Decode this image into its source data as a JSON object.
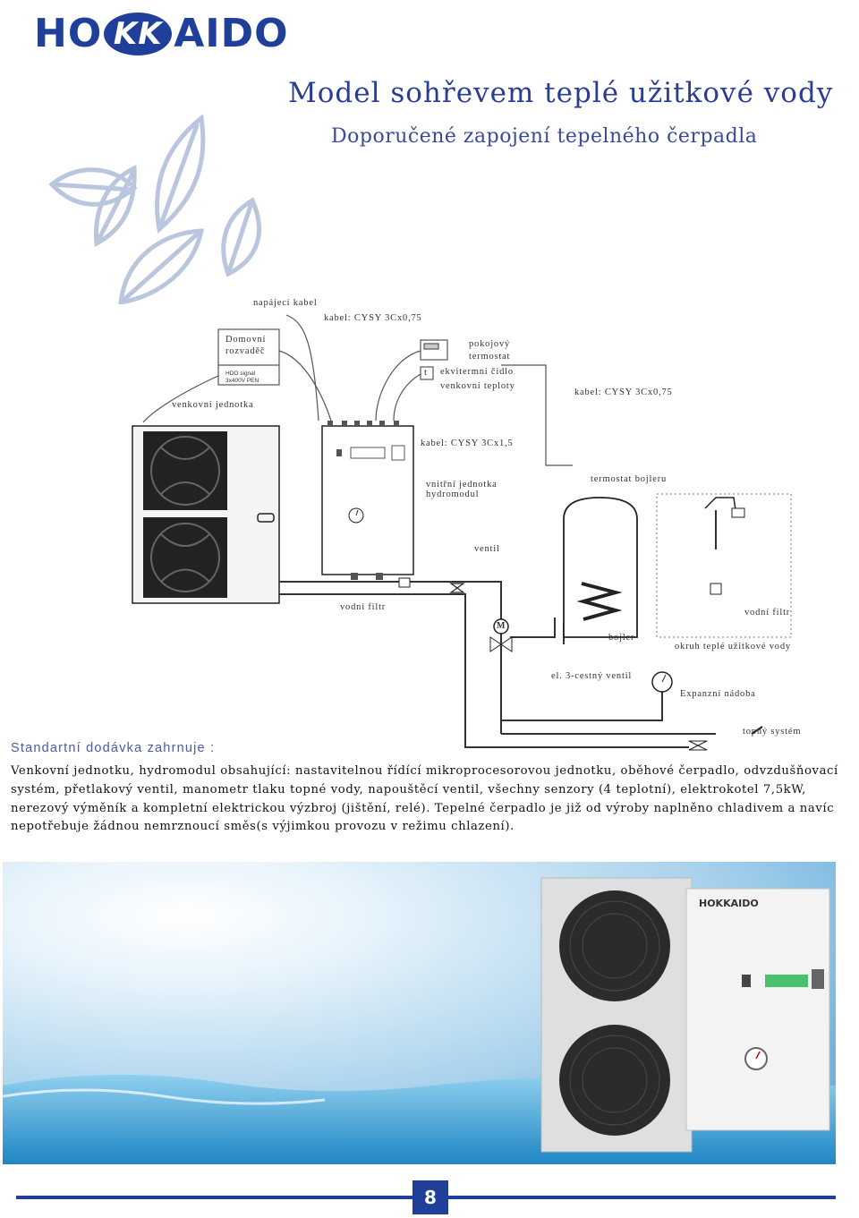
{
  "brand": {
    "pre": "HO",
    "mid": "KK",
    "post": "AIDO"
  },
  "title": "Model sohřevem teplé užitkové vody",
  "subtitle": "Doporučené zapojení tepelného čerpadla",
  "diagram": {
    "power_cable": "napájecí kabel",
    "cable_top": "kabel: CYSY 3Cx0,75",
    "switchboard_line1": "Domovní",
    "switchboard_line2": "rozvaděč",
    "hdo_line1": "HDO signal",
    "hdo_line2": "3x400V PEN",
    "outdoor_unit": "venkovní jednotka",
    "room_thermostat_line1": "pokojový",
    "room_thermostat_line2": "termostat",
    "sensor_symbol": "t",
    "sensor_line1": "ekvitermní čidlo",
    "sensor_line2": "venkovní teploty",
    "cable_right": "kabel: CYSY 3Cx0,75",
    "cable_mid": "kabel: CYSY 3Cx1,5",
    "indoor_unit_line1": "vnitřní jednotka",
    "indoor_unit_line2": "hydromodul",
    "boiler_thermostat": "termostat bojleru",
    "valve": "ventil",
    "water_filter_left": "vodní filtr",
    "water_filter_right": "vodní filtr",
    "motor_symbol": "M",
    "boiler": "bojler",
    "dhw_circuit": "okruh teplé užitkové vody",
    "three_way_valve": "el. 3-cestný ventil",
    "expansion_vessel": "Expanzní nádoba",
    "heating_system": "topný systém",
    "unit_logo": "HOKKAIDO"
  },
  "standard_heading": "Standartní dodávka zahrnuje :",
  "standard_text": "Venkovní jednotku, hydromodul obsahující: nastavitelnou řídící mikroprocesorovou jednotku, oběhové čerpadlo, odvzdušňovací systém, přetlakový ventil, manometr tlaku topné vody, napouštěcí ventil, všechny senzory (4 teplotní), elektrokotel 7,5kW, nerezový výměník a kompletní elektrickou výzbroj (jištění, relé). Tepelné čerpadlo je již od výroby naplněno chladivem a navíc nepotřebuje žádnou nemrznoucí směs(s výjimkou provozu v režimu chlazení).",
  "page_number": "8",
  "colors": {
    "brand_blue": "#1f3f9a",
    "leaf": "#b9c6de"
  }
}
